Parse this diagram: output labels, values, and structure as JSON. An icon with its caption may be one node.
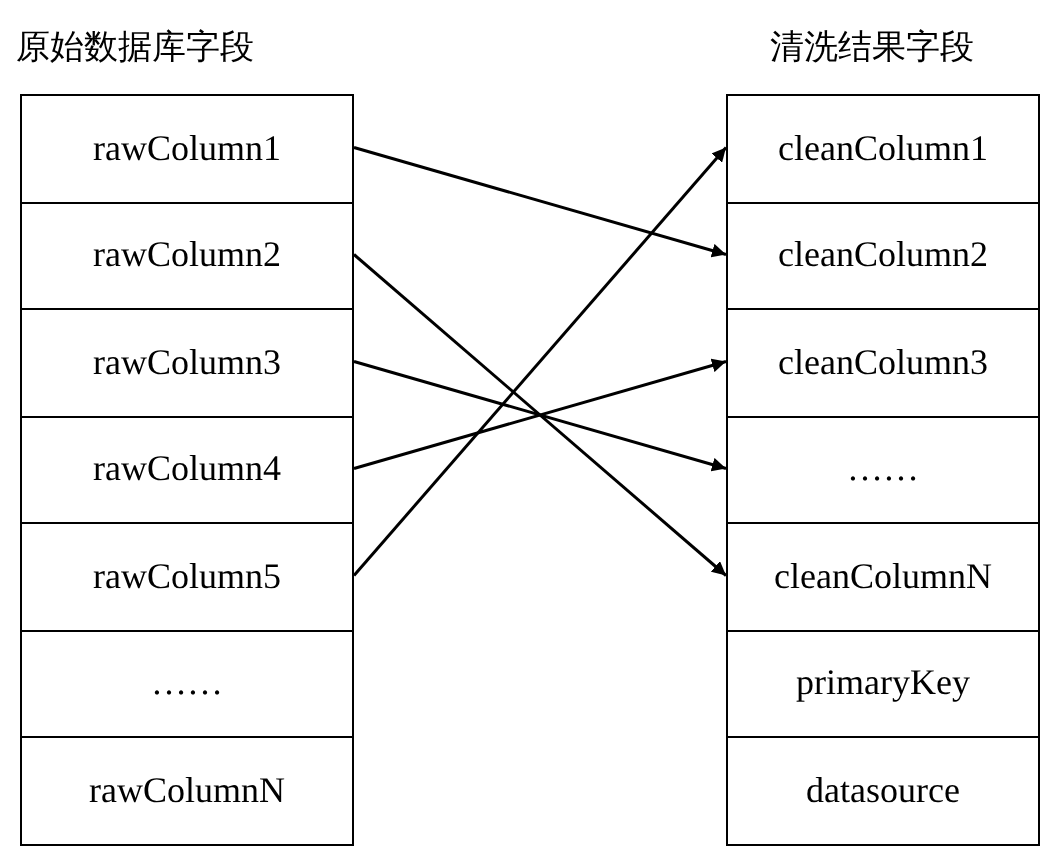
{
  "diagram": {
    "nodes": [
      {
        "text": [
          "原始数据库字段"
        ]
      },
      {
        "text": [
          "rawColumn1"
        ],
        "in": 0
      },
      {
        "text": [
          "rawColumn2"
        ],
        "in": 0
      },
      {
        "text": [
          "rawColumn3"
        ],
        "in": 0
      },
      {
        "text": [
          "rawColumn4"
        ],
        "in": 0
      },
      {
        "text": [
          "rawColumn5"
        ],
        "in": 0
      },
      {
        "text": [
          "……"
        ],
        "in": 0
      },
      {
        "text": [
          "rawColumnN"
        ],
        "in": 0
      },
      {
        "text": [
          "清洗结果字段"
        ]
      },
      {
        "text": [
          "cleanColumn1"
        ],
        "in": 8
      },
      {
        "text": [
          "cleanColumn2"
        ],
        "in": 8
      },
      {
        "text": [
          "cleanColumn3"
        ],
        "in": 8
      },
      {
        "text": [
          "……"
        ],
        "in": 8
      },
      {
        "text": [
          "cleanColumnN"
        ],
        "in": 8
      },
      {
        "text": [
          "primaryKey"
        ],
        "in": 8
      },
      {
        "text": [
          "datasource"
        ],
        "in": 8
      }
    ],
    "edges": [
      {
        "from": 1,
        "to": 10,
        "arrow": "to"
      },
      {
        "from": 2,
        "to": 13,
        "arrow": "to"
      },
      {
        "from": 3,
        "to": 12,
        "arrow": "to"
      },
      {
        "from": 4,
        "to": 11,
        "arrow": "to"
      },
      {
        "from": 5,
        "to": 9,
        "arrow": "to"
      }
    ]
  }
}
